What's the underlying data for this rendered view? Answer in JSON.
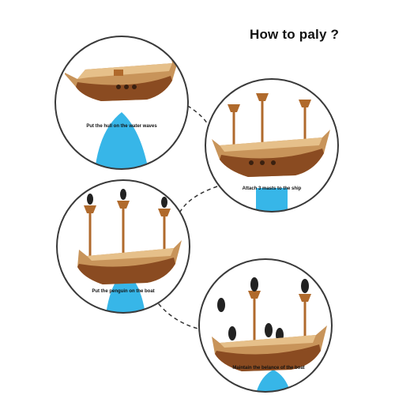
{
  "header": {
    "title": "How to paly ?"
  },
  "steps": [
    {
      "caption": "Put the hull on the water waves"
    },
    {
      "caption": "Attach 3 masts to the ship"
    },
    {
      "caption": "Put the penguin on the boat"
    },
    {
      "caption": "Maintain the belance of the boat"
    }
  ],
  "colors": {
    "hull_light": "#d3a266",
    "hull_dark": "#8a4b21",
    "mast": "#b06a2c",
    "water": "#37b6e8",
    "circle_border": "#3a3a3a",
    "connector": "#333333"
  }
}
